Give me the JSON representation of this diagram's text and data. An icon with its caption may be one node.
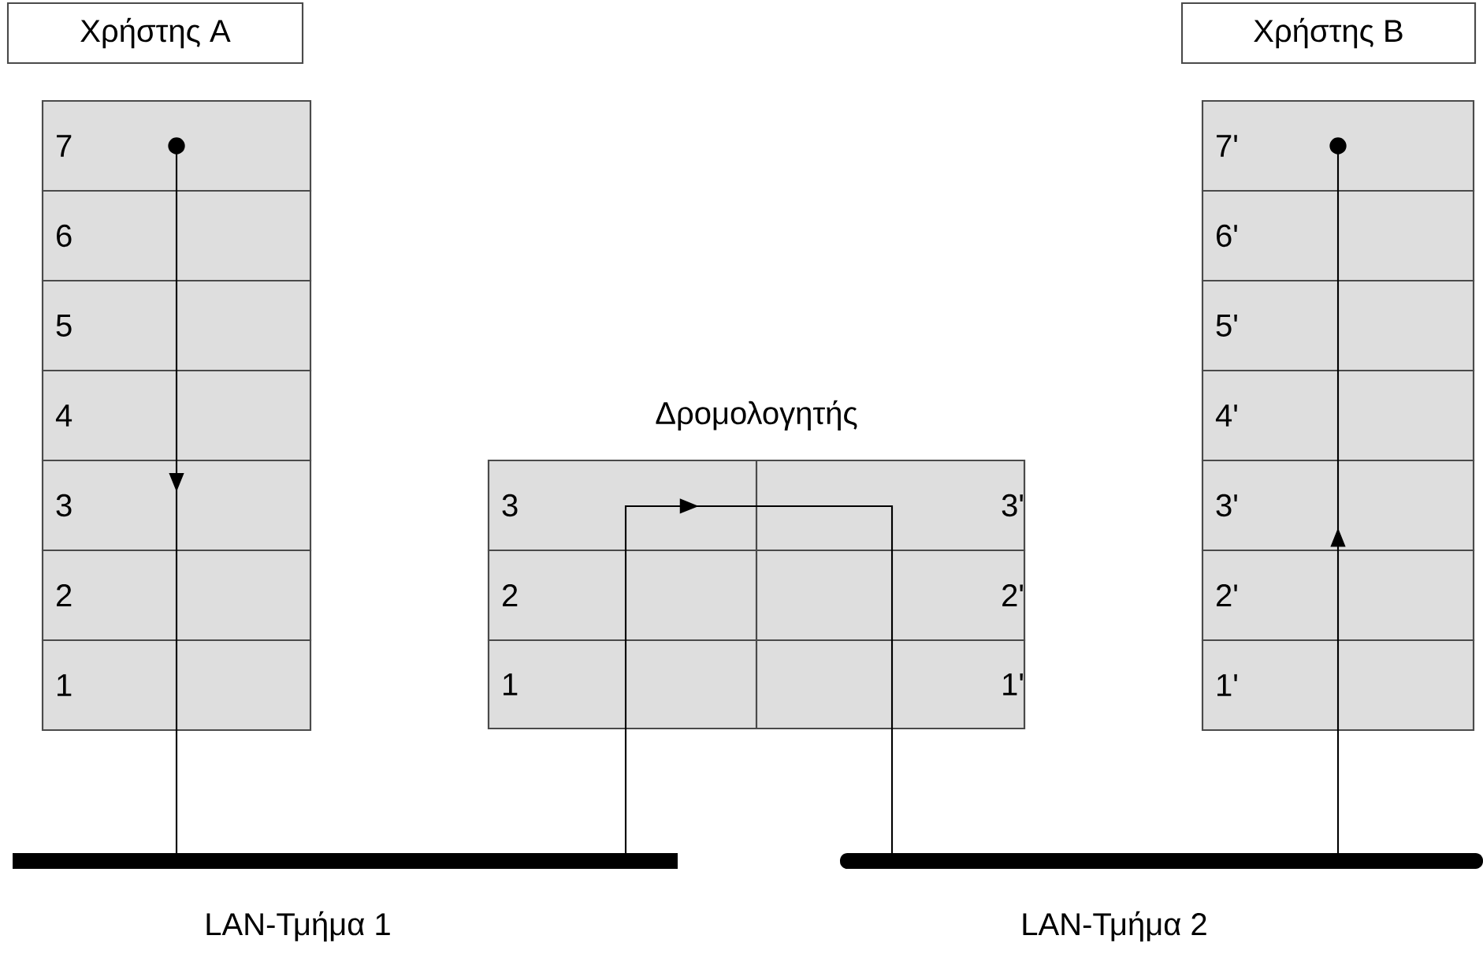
{
  "diagram": {
    "nodes": [
      {
        "text": [
          "Χρήστης A"
        ]
      },
      {
        "text": [
          "7"
        ]
      },
      {
        "text": [
          "6"
        ]
      },
      {
        "text": [
          "5"
        ]
      },
      {
        "text": [
          "4"
        ]
      },
      {
        "text": [
          "3"
        ]
      },
      {
        "text": [
          "2"
        ]
      },
      {
        "text": [
          "1"
        ]
      },
      {
        "text": [
          "Χρήστης B"
        ]
      },
      {
        "text": [
          "7'"
        ]
      },
      {
        "text": [
          "6'"
        ]
      },
      {
        "text": [
          "5'"
        ]
      },
      {
        "text": [
          "4'"
        ]
      },
      {
        "text": [
          "3'"
        ]
      },
      {
        "text": [
          "2'"
        ]
      },
      {
        "text": [
          "1'"
        ]
      },
      {
        "text": [
          "Δρομολογητής"
        ]
      },
      {
        "text": [
          "3"
        ],
        "in": 16
      },
      {
        "text": [
          "3'"
        ],
        "in": 16
      },
      {
        "text": [
          "2"
        ],
        "in": 16
      },
      {
        "text": [
          "2'"
        ],
        "in": 16
      },
      {
        "text": [
          "1"
        ],
        "in": 16
      },
      {
        "text": [
          "1'"
        ],
        "in": 16
      },
      {
        "text": [
          "LAN-Τμήμα 1"
        ]
      },
      {
        "text": [
          "LAN-Τμήμα 2"
        ]
      }
    ],
    "edges": [
      {
        "from": 1,
        "to": 2,
        "arrow": "other"
      },
      {
        "from": 2,
        "to": 3,
        "arrow": "none"
      },
      {
        "from": 3,
        "to": 4,
        "arrow": "none"
      },
      {
        "from": 4,
        "to": 5,
        "arrow": "none"
      },
      {
        "from": 5,
        "to": 6,
        "arrow": "to"
      },
      {
        "from": 6,
        "to": 7,
        "arrow": "none"
      },
      {
        "from": 7,
        "to": 23,
        "arrow": "none"
      },
      {
        "from": 23,
        "to": 21,
        "arrow": "none"
      },
      {
        "from": 21,
        "to": 19,
        "arrow": "none"
      },
      {
        "from": 19,
        "to": 17,
        "arrow": "none"
      },
      {
        "from": 17,
        "to": 18,
        "arrow": "to"
      },
      {
        "from": 18,
        "to": 20,
        "arrow": "none"
      },
      {
        "from": 20,
        "to": 22,
        "arrow": "none"
      },
      {
        "from": 22,
        "to": 24,
        "arrow": "none"
      },
      {
        "from": 24,
        "to": 15,
        "arrow": "none"
      },
      {
        "from": 15,
        "to": 14,
        "arrow": "none"
      },
      {
        "from": 14,
        "to": 13,
        "arrow": "none"
      },
      {
        "from": 13,
        "to": 12,
        "arrow": "to"
      },
      {
        "from": 12,
        "to": 11,
        "arrow": "none"
      },
      {
        "from": 11,
        "to": 10,
        "arrow": "none"
      },
      {
        "from": 10,
        "to": 9,
        "arrow": "other"
      }
    ]
  }
}
